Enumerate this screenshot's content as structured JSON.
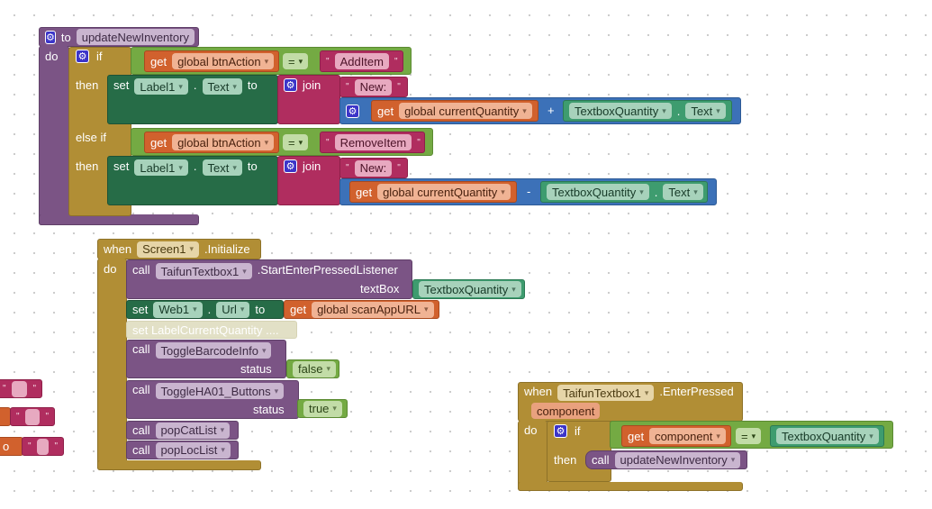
{
  "proc": {
    "to": "to",
    "name": "updateNewInventory",
    "do": "do",
    "if": "if",
    "then": "then",
    "elseif": "else if",
    "get": "get",
    "var_action": "global btnAction",
    "eq": "=",
    "add_item": "AddItem",
    "remove_item": "RemoveItem",
    "set": "set",
    "label": "Label1",
    "prop": "Text",
    "to_kw": "to",
    "join": "join",
    "new_text": "New:",
    "var_qty": "global currentQuantity",
    "plus": "+",
    "minus": "-",
    "textbox": "TextboxQuantity",
    "dot": "."
  },
  "init": {
    "when": "when",
    "screen": "Screen1",
    "event": ".Initialize",
    "do": "do",
    "call": "call",
    "taifun": "TaifunTextbox1",
    "method": ".StartEnterPressedListener",
    "textbox_arg": "textBox",
    "textbox": "TextboxQuantity",
    "set": "set",
    "web": "Web1",
    "url": "Url",
    "to": "to",
    "get": "get",
    "var_url": "global scanAppURL",
    "disabled": "set LabelCurrentQuantity ....",
    "toggle_barcode": "ToggleBarcodeInfo",
    "status": "status",
    "false": "false",
    "toggle_ha": "ToggleHA01_Buttons",
    "true": "true",
    "pop_cat": "popCatList",
    "pop_loc": "popLocList"
  },
  "enter": {
    "when": "when",
    "taifun": "TaifunTextbox1",
    "event": ".EnterPressed",
    "param": "component",
    "do": "do",
    "if": "if",
    "get": "get",
    "var": "component",
    "eq": "=",
    "textbox": "TextboxQuantity",
    "then": "then",
    "call": "call",
    "proc": "updateNewInventory"
  },
  "fragments": {
    "o": "o"
  }
}
